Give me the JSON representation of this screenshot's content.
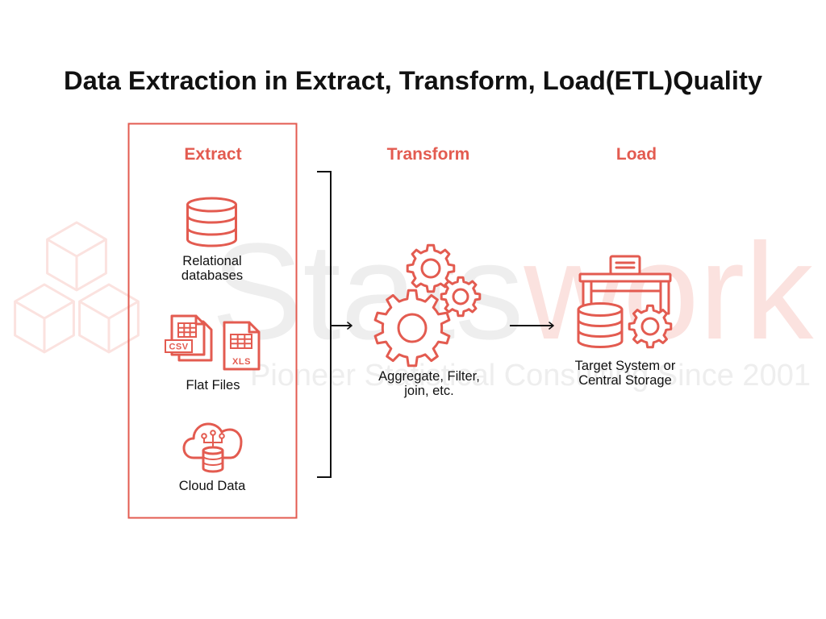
{
  "title": "Data Extraction in Extract, Transform, Load(ETL)Quality",
  "colors": {
    "accent": "#e35b50",
    "text": "#111111",
    "watermark_gray": "#eeeeee",
    "watermark_pink": "#fbe2df"
  },
  "watermark": {
    "brand_start": "Stats",
    "brand_end": "work",
    "tagline": "Pioneer Statistical Consulting Since 2001",
    "logo_icon": "cubes-logo-icon"
  },
  "extract": {
    "heading": "Extract",
    "sources": [
      {
        "icon": "database-icon",
        "label_lines": [
          "Relational",
          "databases"
        ]
      },
      {
        "icon": "flat-files-icon",
        "label_lines": [
          "Flat Files"
        ],
        "file_badges": [
          "CSV",
          "XLS"
        ]
      },
      {
        "icon": "cloud-database-icon",
        "label_lines": [
          "Cloud Data"
        ]
      }
    ]
  },
  "transform": {
    "heading": "Transform",
    "icon": "gears-icon",
    "label_lines": [
      "Aggregate, Filter,",
      "join, etc."
    ]
  },
  "load": {
    "heading": "Load",
    "icon": "storage-system-icon",
    "label_lines": [
      "Target System or",
      "Central Storage"
    ]
  },
  "connector_icons": [
    "bracket-icon",
    "arrow-right-icon",
    "arrow-right-icon"
  ]
}
